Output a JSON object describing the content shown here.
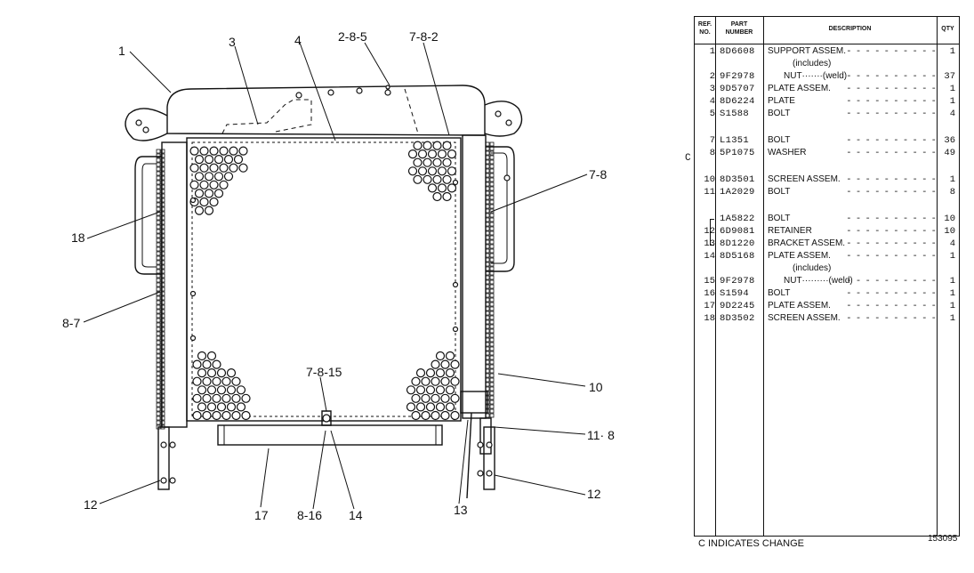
{
  "callouts": [
    {
      "id": "c1",
      "text": "1"
    },
    {
      "id": "c3",
      "text": "3"
    },
    {
      "id": "c4",
      "text": "4"
    },
    {
      "id": "c285",
      "text": "2-8-5"
    },
    {
      "id": "c782",
      "text": "7-8-2"
    },
    {
      "id": "c78",
      "text": "7-8"
    },
    {
      "id": "c18",
      "text": "18"
    },
    {
      "id": "c87",
      "text": "8-7"
    },
    {
      "id": "c7815",
      "text": "7-8-15"
    },
    {
      "id": "c10",
      "text": "10"
    },
    {
      "id": "c118",
      "text": "11· 8"
    },
    {
      "id": "c12l",
      "text": "12"
    },
    {
      "id": "c12r",
      "text": "12"
    },
    {
      "id": "c17",
      "text": "17"
    },
    {
      "id": "c816",
      "text": "8-16"
    },
    {
      "id": "c14",
      "text": "14"
    },
    {
      "id": "c13",
      "text": "13"
    }
  ],
  "table": {
    "headers": {
      "ref": [
        "REF.",
        "NO."
      ],
      "part": [
        "PART",
        "NUMBER"
      ],
      "desc": "DESCRIPTION",
      "qty": "QTY"
    },
    "rows": [
      {
        "ref": "1",
        "part": "8D6608",
        "desc": "SUPPORT ASSEM.",
        "qty": "1"
      },
      {
        "ref": "",
        "part": "",
        "desc": "(includes)",
        "qty": ""
      },
      {
        "ref": "2",
        "part": "9F2978",
        "desc": "NUT·······(weld)",
        "qty": "37"
      },
      {
        "ref": "3",
        "part": "9D5707",
        "desc": "PLATE ASSEM.",
        "qty": "1"
      },
      {
        "ref": "4",
        "part": "8D6224",
        "desc": "PLATE",
        "qty": "1"
      },
      {
        "ref": "5",
        "part": "S1588",
        "desc": "BOLT",
        "qty": "4"
      },
      {
        "ref": "7",
        "part": "L1351",
        "desc": "BOLT",
        "qty": "36"
      },
      {
        "ref": "8",
        "part": "5P1075",
        "desc": "WASHER",
        "qty": "49"
      },
      {
        "ref": "10",
        "part": "8D3501",
        "desc": "SCREEN ASSEM.",
        "qty": "1"
      },
      {
        "ref": "11",
        "part": "1A2029",
        "desc": "BOLT",
        "qty": "8"
      },
      {
        "ref": "",
        "part": "1A5822",
        "desc": "BOLT",
        "qty": "10"
      },
      {
        "ref": "12",
        "part": "6D9081",
        "desc": "RETAINER",
        "qty": "10"
      },
      {
        "ref": "13",
        "part": "8D1220",
        "desc": "BRACKET ASSEM.",
        "qty": "4"
      },
      {
        "ref": "14",
        "part": "8D5168",
        "desc": "PLATE ASSEM.",
        "qty": "1"
      },
      {
        "ref": "",
        "part": "",
        "desc": "(includes)",
        "qty": ""
      },
      {
        "ref": "15",
        "part": "9F2978",
        "desc": "NUT·········(weld)",
        "qty": "1"
      },
      {
        "ref": "16",
        "part": "S1594",
        "desc": "BOLT",
        "qty": "1"
      },
      {
        "ref": "17",
        "part": "9D2245",
        "desc": "PLATE ASSEM.",
        "qty": "1"
      },
      {
        "ref": "18",
        "part": "8D3502",
        "desc": "SCREEN ASSEM.",
        "qty": "1"
      }
    ]
  },
  "change_marker": "C",
  "footer_note": "C INDICATES CHANGE",
  "drawing_number": "153095"
}
